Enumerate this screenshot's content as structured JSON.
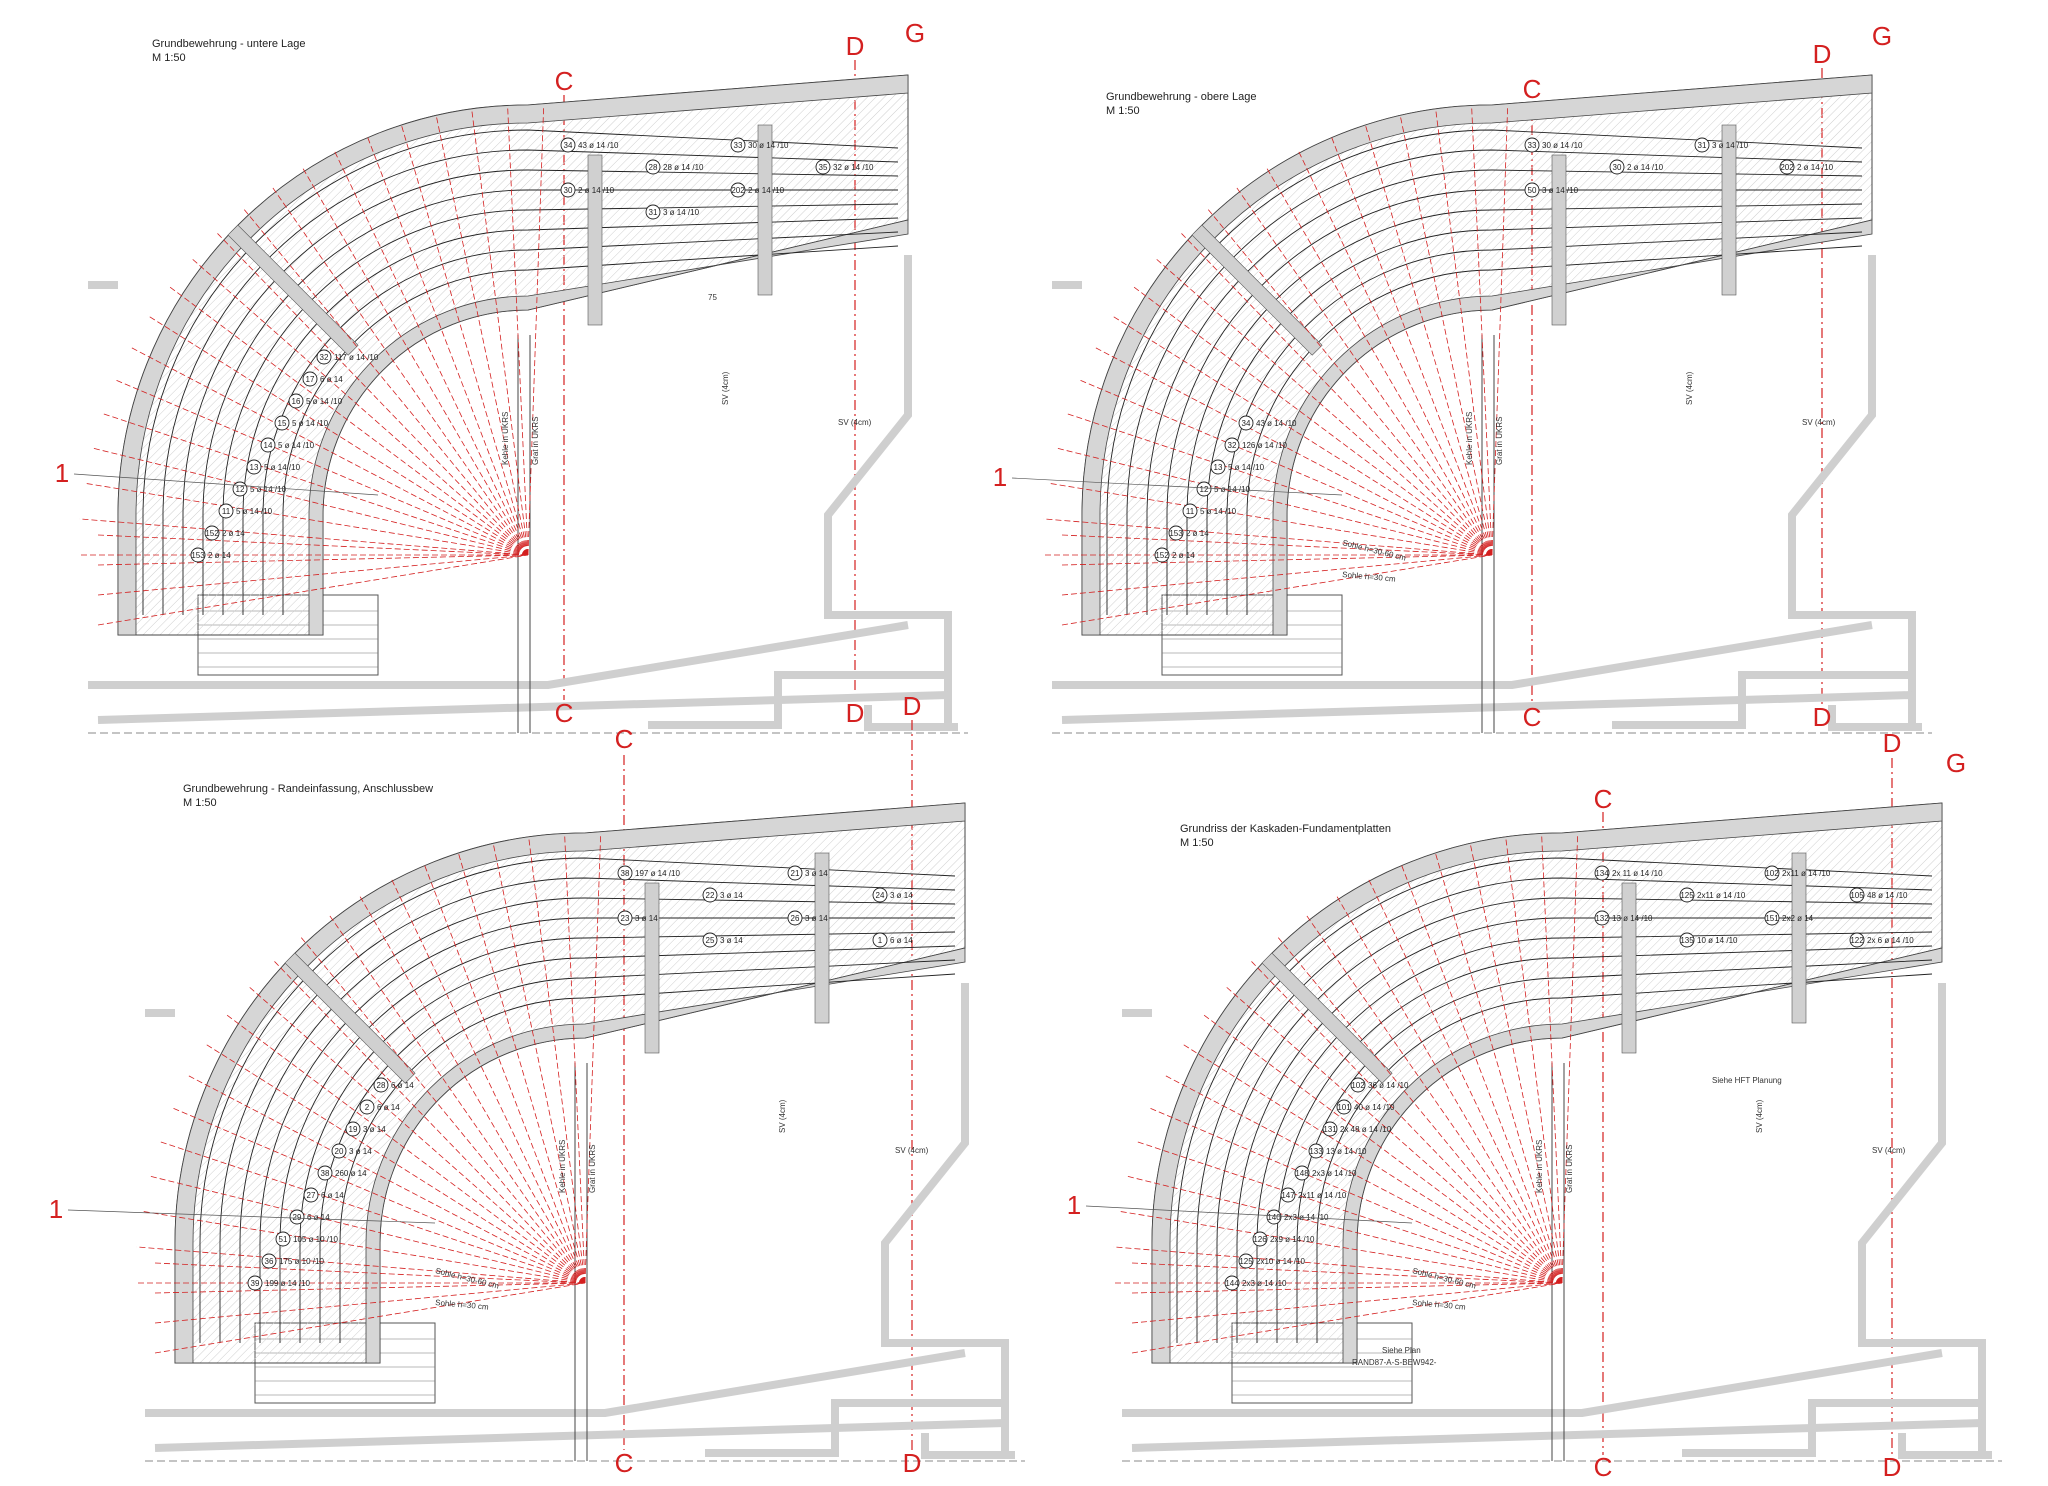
{
  "colors": {
    "grid_red": "#d42020",
    "slab_gray": "#d6d6d6",
    "line": "#333333",
    "hatch": "#c8c8c8"
  },
  "panels": [
    {
      "title": "Grundbewehrung - untere Lage",
      "scale": "M 1:50",
      "grid_labels": [
        "C",
        "D",
        "G",
        "1",
        "C",
        "D"
      ],
      "bar_marks": [
        {
          "n": "153",
          "t": "2 ø 14"
        },
        {
          "n": "152",
          "t": "2 ø 14"
        },
        {
          "n": "11",
          "t": "5 ø 14 /10"
        },
        {
          "n": "12",
          "t": "5 ø 14 /10"
        },
        {
          "n": "13",
          "t": "5 ø 14 /10"
        },
        {
          "n": "14",
          "t": "5 ø 14 /10"
        },
        {
          "n": "15",
          "t": "5 ø 14 /10"
        },
        {
          "n": "16",
          "t": "5 ø 14 /10"
        },
        {
          "n": "17",
          "t": "6 ø 14"
        },
        {
          "n": "32",
          "t": "117 ø 14 /10"
        },
        {
          "n": "34",
          "t": "43 ø 14 /10"
        },
        {
          "n": "28",
          "t": "28 ø 14 /10"
        },
        {
          "n": "33",
          "t": "30 ø 14 /10"
        },
        {
          "n": "35",
          "t": "32 ø 14 /10"
        },
        {
          "n": "30",
          "t": "2 ø 14 /10"
        },
        {
          "n": "31",
          "t": "3 ø 14 /10"
        },
        {
          "n": "202",
          "t": "2 ø 14 /10"
        }
      ],
      "dimension": "75",
      "notes": [
        "Kehle in UKRS",
        "Grat in UKRS",
        "SV (4cm)",
        "SV (4cm)"
      ]
    },
    {
      "title": "Grundbewehrung - obere Lage",
      "scale": "M 1:50",
      "grid_labels": [
        "C",
        "D",
        "G",
        "1",
        "C",
        "D"
      ],
      "bar_marks": [
        {
          "n": "152",
          "t": "2 ø 14"
        },
        {
          "n": "153",
          "t": "2 ø 14"
        },
        {
          "n": "11",
          "t": "5 ø 14 /10"
        },
        {
          "n": "12",
          "t": "5 ø 14 /10"
        },
        {
          "n": "13",
          "t": "5 ø 14 /10"
        },
        {
          "n": "32",
          "t": "126 ø 14 /10"
        },
        {
          "n": "34",
          "t": "43 ø 14 /10"
        },
        {
          "n": "33",
          "t": "30 ø 14 /10"
        },
        {
          "n": "30",
          "t": "2 ø 14 /10"
        },
        {
          "n": "31",
          "t": "3 ø 14 /10"
        },
        {
          "n": "202",
          "t": "2 ø 14 /10"
        },
        {
          "n": "50",
          "t": "3 ø 14 /10"
        }
      ],
      "notes": [
        "Kehle in UKRS",
        "Grat in UKRS",
        "SV (4cm)",
        "SV (4cm)",
        "Sohle h=30-60 cm",
        "Sohle h=30 cm"
      ]
    },
    {
      "title": "Grundbewehrung - Randeinfassung, Anschlussbew",
      "scale": "M 1:50",
      "grid_labels": [
        "C",
        "D",
        "1",
        "C",
        "D"
      ],
      "bar_marks": [
        {
          "n": "39",
          "t": "199 ø 14 /10"
        },
        {
          "n": "36",
          "t": "175 ø 10 /10"
        },
        {
          "n": "51",
          "t": "105 ø 10 /10"
        },
        {
          "n": "29",
          "t": "6 ø 14"
        },
        {
          "n": "27",
          "t": "6 ø 14"
        },
        {
          "n": "38",
          "t": "260 ø 14"
        },
        {
          "n": "20",
          "t": "3 ø 14"
        },
        {
          "n": "19",
          "t": "3 ø 14"
        },
        {
          "n": "2",
          "t": "6 ø 14"
        },
        {
          "n": "28",
          "t": "6 ø 14"
        },
        {
          "n": "38",
          "t": "197 ø 14 /10"
        },
        {
          "n": "22",
          "t": "3 ø 14"
        },
        {
          "n": "21",
          "t": "3 ø 14"
        },
        {
          "n": "24",
          "t": "3 ø 14"
        },
        {
          "n": "23",
          "t": "3 ø 14"
        },
        {
          "n": "25",
          "t": "3 ø 14"
        },
        {
          "n": "26",
          "t": "3 ø 14"
        },
        {
          "n": "1",
          "t": "6 ø 14"
        }
      ],
      "notes": [
        "Kehle in UKRS",
        "Grat in UKRS",
        "SV (4cm)",
        "SV (4cm)",
        "Sohle h=30-60 cm",
        "Sohle h=30 cm"
      ]
    },
    {
      "title": "Grundriss der Kaskaden-Fundamentplatten",
      "scale": "M 1:50",
      "grid_labels": [
        "C",
        "D",
        "G",
        "1",
        "C",
        "D"
      ],
      "bar_marks": [
        {
          "n": "144",
          "t": "2x3 ø 14 /10"
        },
        {
          "n": "125",
          "t": "2x10 ø 14 /10"
        },
        {
          "n": "126",
          "t": "2x9 ø 14 /10"
        },
        {
          "n": "140",
          "t": "2x3 ø 14 /10"
        },
        {
          "n": "147",
          "t": "2x11 ø 14 /10"
        },
        {
          "n": "148",
          "t": "2x3 ø 14 /10"
        },
        {
          "n": "133",
          "t": "13 ø 14 /10"
        },
        {
          "n": "131",
          "t": "2x 48 ø 14 /10"
        },
        {
          "n": "101",
          "t": "40 ø 14 /10"
        },
        {
          "n": "102",
          "t": "36 ø 14 /10"
        },
        {
          "n": "134",
          "t": "2x 11 ø 14 /10"
        },
        {
          "n": "125",
          "t": "2x11 ø 14 /10"
        },
        {
          "n": "102",
          "t": "2x11 ø 14 /10"
        },
        {
          "n": "105",
          "t": "48 ø 14 /10"
        },
        {
          "n": "132",
          "t": "13 ø 14 /10"
        },
        {
          "n": "135",
          "t": "10 ø 14 /10"
        },
        {
          "n": "151",
          "t": "2x2 ø 14"
        },
        {
          "n": "122",
          "t": "2x 6 ø 14 /10"
        }
      ],
      "notes": [
        "Kehle in UKRS",
        "Grat in UKRS",
        "SV (4cm)",
        "SV (4cm)",
        "Sohle h=30-60 cm",
        "Sohle h=30 cm",
        "Siehe HFT Planung",
        "Siehe Plan",
        "RAND87-A-S-BEW942-"
      ]
    }
  ]
}
